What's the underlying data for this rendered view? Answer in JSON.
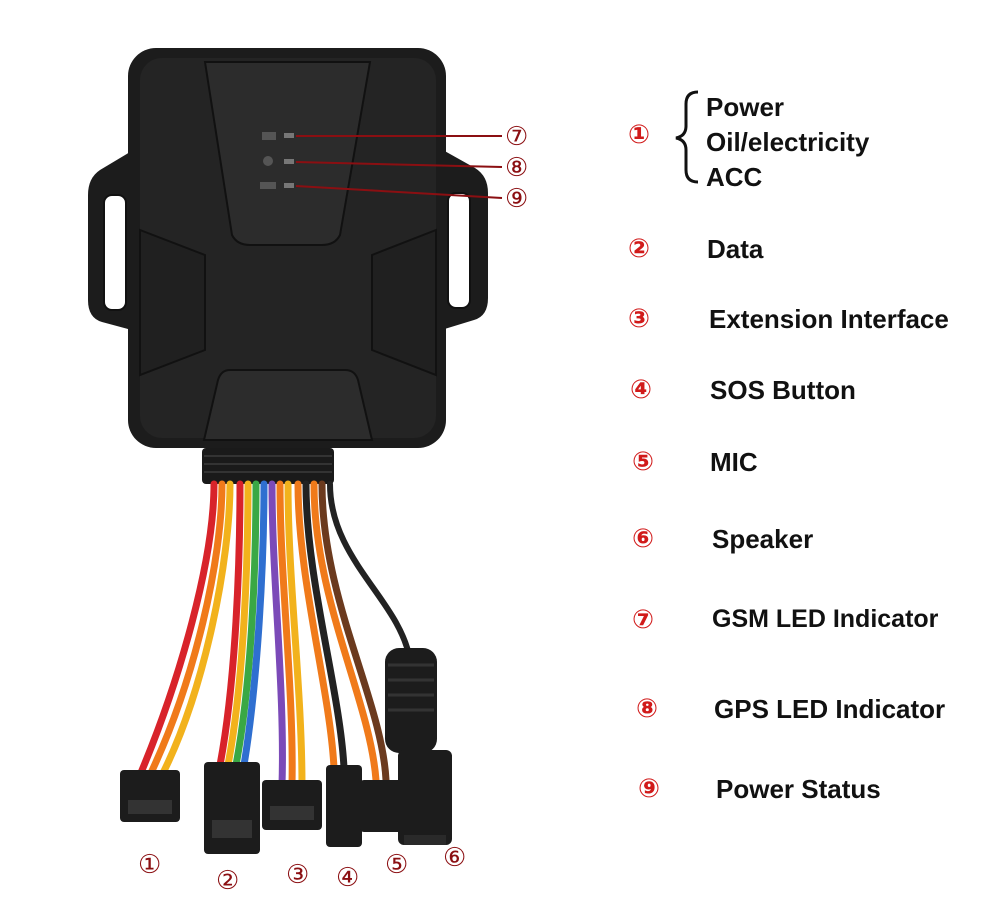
{
  "device": {
    "led_callouts": [
      "⑦",
      "⑧",
      "⑨"
    ],
    "wire_callouts": [
      "①",
      "②",
      "③",
      "④",
      "⑤",
      "⑥"
    ]
  },
  "legend": {
    "power_group": {
      "number": "①",
      "items": [
        "Power",
        "Oil/electricity",
        "ACC"
      ]
    },
    "entries": [
      {
        "number": "②",
        "label": "Data"
      },
      {
        "number": "③",
        "label": "Extension Interface"
      },
      {
        "number": "④",
        "label": "SOS Button"
      },
      {
        "number": "⑤",
        "label": "MIC"
      },
      {
        "number": "⑥",
        "label": "Speaker"
      },
      {
        "number": "⑦",
        "label": "GSM LED Indicator"
      },
      {
        "number": "⑧",
        "label": "GPS LED Indicator"
      },
      {
        "number": "⑨",
        "label": "Power Status"
      }
    ]
  },
  "colors": {
    "callout_red": "#d11a1a",
    "device_black": "#1c1c1c",
    "wire_red": "#d8232a",
    "wire_yellow": "#f2b21c",
    "wire_orange": "#f07a1a",
    "wire_green": "#3aa845",
    "wire_blue": "#2f6fd0",
    "wire_purple": "#7b4ab8",
    "wire_brown": "#6b3a1e",
    "wire_black": "#222222"
  }
}
